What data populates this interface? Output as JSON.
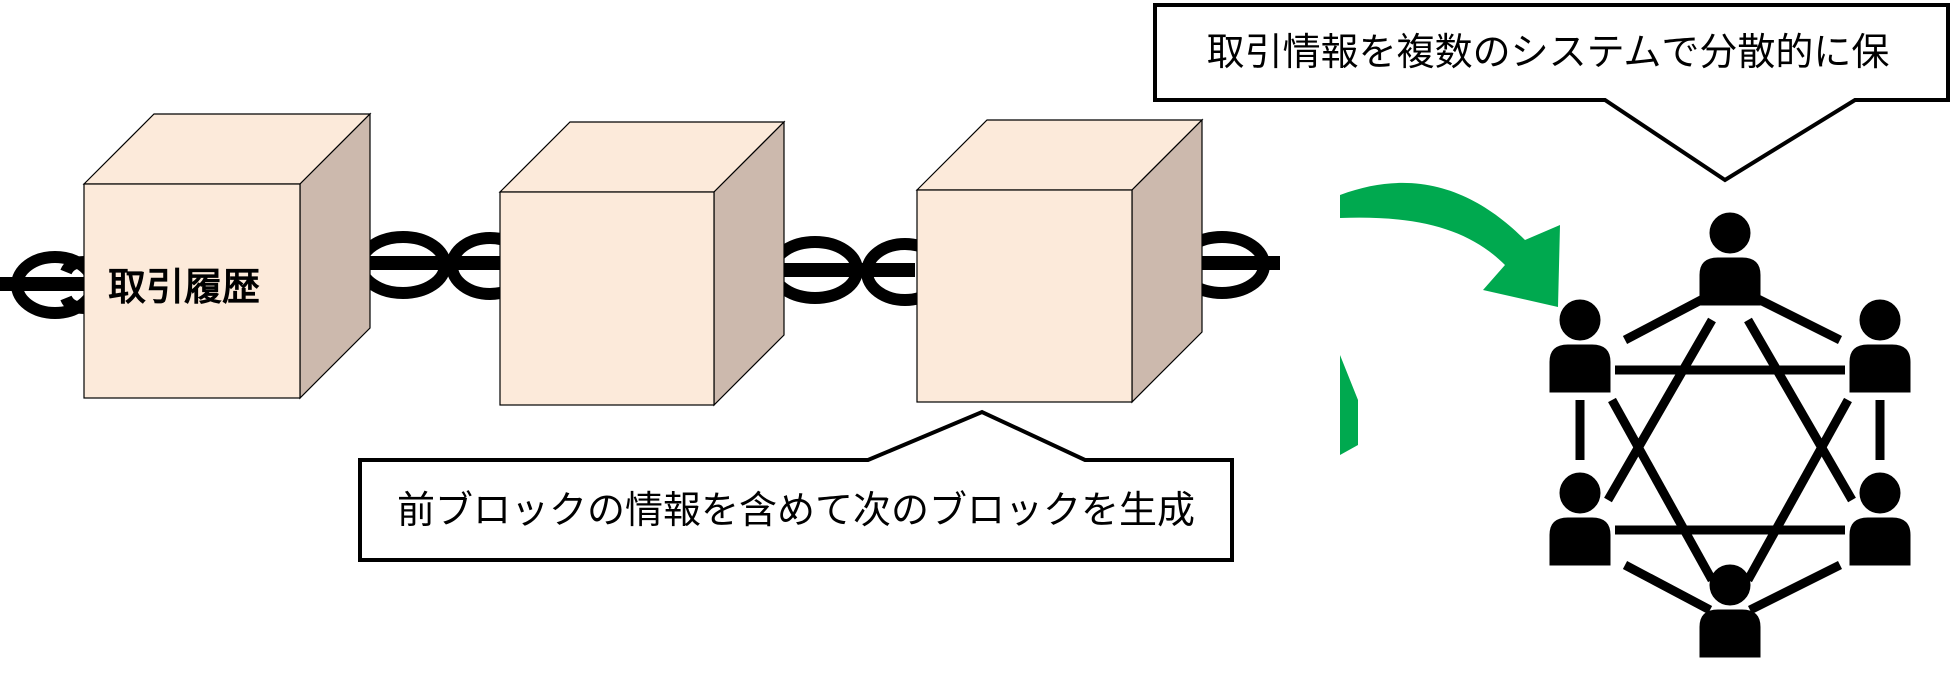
{
  "blocks": [
    {
      "label": "取引履歴"
    },
    {
      "label": ""
    },
    {
      "label": ""
    }
  ],
  "callouts": {
    "top": "取引情報を複数のシステムで分散的に保",
    "bottom": "前ブロックの情報を含めて次のブロックを生成"
  },
  "colors": {
    "cube_front": "#FCEADA",
    "cube_side": "#CCB9AD",
    "chain": "#000000",
    "arrow": "#00A94F"
  },
  "icons": {
    "chain": "chain-link-icon",
    "arrow": "curved-arrow-icon",
    "network": "distributed-network-people-icon"
  }
}
